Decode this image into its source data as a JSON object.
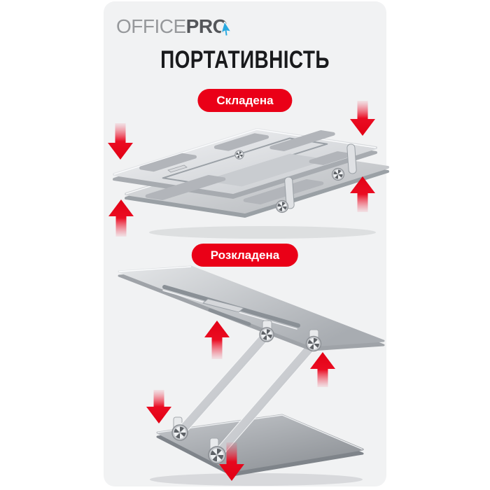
{
  "colors": {
    "accent_red": "#ea0017",
    "brand_blue": "#2aa9e0",
    "brand_gray": "#96989b",
    "brand_dark_gray": "#54565a",
    "card_background": "#f1f2f3"
  },
  "brand": {
    "name_part1": "OFFICE",
    "name_part2": "PRO",
    "cursor_icon": "mouse-cursor-icon"
  },
  "title": "ПОРТАТИВНІСТЬ",
  "sections": [
    {
      "id": "folded",
      "badge_label": "Складена",
      "illustration": "laptop-stand-folded",
      "arrows": [
        "down-top-left",
        "down-top-right",
        "up-right",
        "up-bottom-left"
      ]
    },
    {
      "id": "unfolded",
      "badge_label": "Розкладена",
      "illustration": "laptop-stand-unfolded",
      "arrows": [
        "up-center-left",
        "up-right",
        "down-left",
        "down-bottom-center"
      ]
    }
  ]
}
